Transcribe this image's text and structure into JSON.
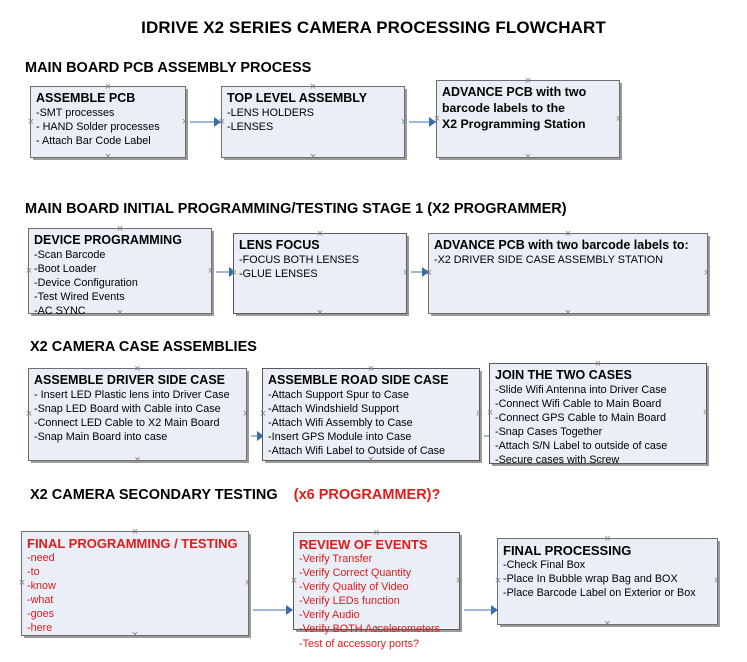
{
  "document": {
    "title": "IDRIVE X2  SERIES CAMERA PROCESSING FLOWCHART"
  },
  "sections": [
    {
      "id": "main-board-pcb-assembly-process",
      "heading": "MAIN BOARD PCB ASSEMBLY PROCESS",
      "heading_suffix": "",
      "boxes": [
        {
          "id": "assemble-pcb",
          "title": "ASSEMBLE PCB",
          "lines": [
            "-SMT processes",
            "- HAND Solder processes",
            "- Attach Bar Code Label"
          ],
          "color": "black"
        },
        {
          "id": "top-level-assembly",
          "title": "TOP LEVEL ASSEMBLY",
          "lines": [
            "-LENS HOLDERS",
            "-LENSES"
          ],
          "color": "black"
        },
        {
          "id": "advance-pcb-to-x2-programming-station",
          "title": "ADVANCE PCB with two",
          "lines": [
            "barcode labels to the",
            " X2 Programming Station"
          ],
          "color": "black"
        }
      ]
    },
    {
      "id": "main-board-initial-programming",
      "heading": "MAIN BOARD INITIAL PROGRAMMING/TESTING STAGE 1 (X2 PROGRAMMER)",
      "heading_suffix": "",
      "boxes": [
        {
          "id": "device-programming",
          "title": "DEVICE PROGRAMMING",
          "lines": [
            "-Scan Barcode",
            "-Boot Loader",
            "-Device Configuration",
            "-Test Wired Events",
            "-AC SYNC"
          ],
          "color": "black"
        },
        {
          "id": "lens-focus",
          "title": "LENS FOCUS",
          "lines": [
            "-FOCUS BOTH LENSES",
            "-GLUE LENSES"
          ],
          "color": "black"
        },
        {
          "id": "advance-pcb-to-driver-side-case",
          "title": "ADVANCE PCB with two barcode labels to:",
          "lines": [
            "-X2 DRIVER  SIDE  CASE  ASSEMBLY STATION"
          ],
          "color": "black"
        }
      ]
    },
    {
      "id": "x2-camera-case-assemblies",
      "heading": "X2 CAMERA CASE ASSEMBLIES",
      "heading_suffix": "",
      "boxes": [
        {
          "id": "assemble-driver-side-case",
          "title": "ASSEMBLE DRIVER SIDE CASE",
          "lines": [
            "- Insert LED Plastic lens into Driver Case",
            "-Snap LED Board with Cable into Case",
            "-Connect LED Cable to X2 Main Board",
            "-Snap Main Board into case"
          ],
          "color": "black"
        },
        {
          "id": "assemble-road-side-case",
          "title": "ASSEMBLE ROAD SIDE CASE",
          "lines": [
            "-Attach Support Spur to Case",
            "-Attach Windshield Support",
            "-Attach Wifi Assembly to Case",
            "-Insert GPS Module into Case",
            "-Attach Wifi Label to Outside of Case"
          ],
          "color": "black"
        },
        {
          "id": "join-the-two-cases",
          "title": "JOIN THE TWO CASES",
          "lines": [
            "-Slide Wifi Antenna into Driver Case",
            "-Connect Wifi Cable to Main Board",
            "-Connect GPS Cable to Main Board",
            "-Snap Cases Together",
            "-Attach S/N Label to outside of case",
            "-Secure cases with Screw"
          ],
          "color": "black"
        }
      ]
    },
    {
      "id": "x2-camera-secondary-testing",
      "heading": "X2 CAMERA SECONDARY TESTING",
      "heading_suffix": "(x6 PROGRAMMER)?",
      "boxes": [
        {
          "id": "final-programming-testing",
          "title": "FINAL PROGRAMMING / TESTING",
          "lines": [
            "-need",
            "-to",
            "-know",
            "-what",
            "-goes",
            "-here"
          ],
          "color": "red"
        },
        {
          "id": "review-of-events",
          "title": "REVIEW OF EVENTS",
          "lines": [
            "-Verify Transfer",
            "-Verify Correct Quantity",
            "-Verify Quality of Video",
            "-Verify LEDs function",
            "-Verify Audio",
            "-Verify BOTH Accelerometers",
            "-Test of accessory ports?"
          ],
          "color": "red"
        },
        {
          "id": "final-processing",
          "title": "FINAL PROCESSING",
          "lines": [
            " -Check Final Box",
            "-Place In Bubble wrap Bag and BOX",
            "-Place Barcode Label on Exterior or Box"
          ],
          "color": "black"
        }
      ]
    }
  ],
  "colors": {
    "box_fill": "#e9eef7",
    "box_border": "#6f6f6f",
    "connector_line": "#9fb8d4",
    "connector_arrow": "#3b6ea8",
    "accent_red": "#e01b1b",
    "text_black": "#000000",
    "handle": "#808080"
  }
}
